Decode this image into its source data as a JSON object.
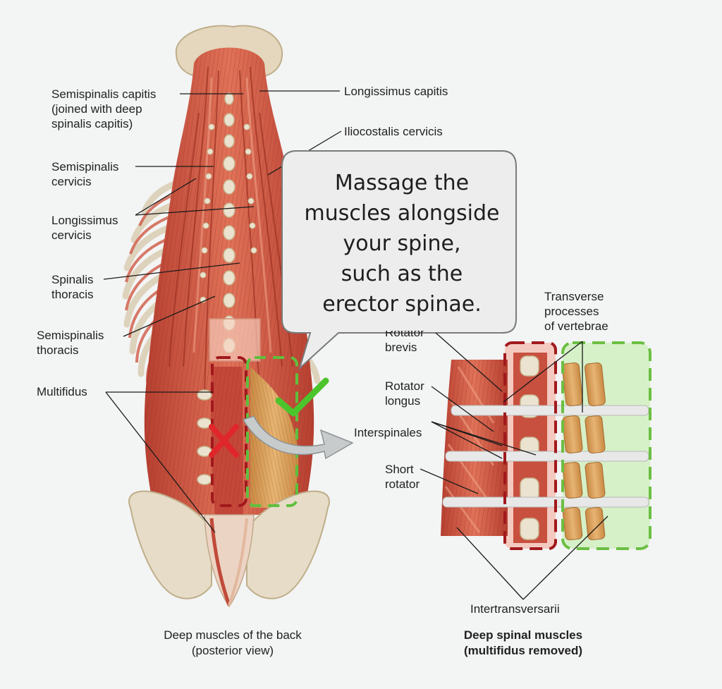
{
  "left_labels": [
    {
      "id": "semispinalis-capitis",
      "lines": [
        "Semispinalis capitis",
        "(joined with deep",
        "spinalis capitis)"
      ]
    },
    {
      "id": "semispinalis-cervicis",
      "lines": [
        "Semispinalis",
        "cervicis"
      ]
    },
    {
      "id": "longissimus-cervicis",
      "lines": [
        "Longissimus",
        "cervicis"
      ]
    },
    {
      "id": "spinalis-thoracis",
      "lines": [
        "Spinalis",
        "thoracis"
      ]
    },
    {
      "id": "semispinalis-thoracis",
      "lines": [
        "Semispinalis",
        "thoracis"
      ]
    },
    {
      "id": "multifidus",
      "lines": [
        "Multifidus"
      ]
    }
  ],
  "right_labels": [
    {
      "id": "longissimus-capitis",
      "lines": [
        "Longissimus capitis"
      ]
    },
    {
      "id": "iliocostalis-cervicis",
      "lines": [
        "Iliocostalis cervicis"
      ]
    }
  ],
  "detail_labels": [
    {
      "id": "rotator-brevis",
      "lines": [
        "Rotator",
        "brevis"
      ]
    },
    {
      "id": "rotator-longus",
      "lines": [
        "Rotator",
        "longus"
      ]
    },
    {
      "id": "interspinales",
      "lines": [
        "Interspinales"
      ]
    },
    {
      "id": "short-rotator",
      "lines": [
        "Short",
        "rotator"
      ]
    },
    {
      "id": "transverse-processes",
      "lines": [
        "Transverse",
        "processes",
        "of vertebrae"
      ]
    },
    {
      "id": "intertransversarii",
      "lines": [
        "Intertransversarii"
      ]
    }
  ],
  "bubble": {
    "lines": [
      "Massage the",
      "muscles alongside",
      "your spine,",
      "such as the",
      "erector spinae."
    ]
  },
  "captions": {
    "left": [
      "Deep muscles of the back",
      "(posterior view)"
    ],
    "right": [
      "Deep spinal muscles",
      "(multifidus removed)"
    ]
  },
  "markers": {
    "avoid_icon": "cross-mark",
    "ok_icon": "check-mark",
    "avoid_color": "#c0262a",
    "ok_color": "#5cbf3a"
  },
  "colors": {
    "muscle": "#c9503e",
    "muscle_light": "#e27d63",
    "tendon": "#d9b38a",
    "bone": "#e6dcc7",
    "bone_shadow": "#c9bca0",
    "background": "#f3f4f4"
  }
}
